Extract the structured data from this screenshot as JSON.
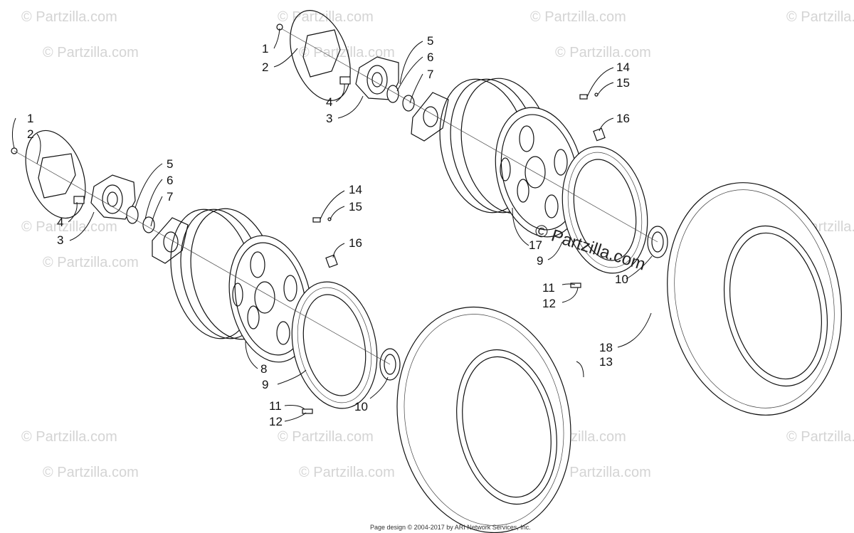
{
  "watermark_text": "© Partzilla.com",
  "center_watermark": "© Partzilla.com",
  "footer": "Page design © 2004-2017 by ARI Network Services, Inc.",
  "callouts": {
    "r1": "1",
    "r2": "2",
    "r3": "3",
    "r4": "4",
    "r5": "5",
    "r6": "6",
    "r7": "7",
    "r14": "14",
    "r15": "15",
    "r16": "16",
    "r17": "17",
    "r9": "9",
    "r10": "10",
    "r11": "11",
    "r12": "12",
    "r18": "18",
    "l1": "1",
    "l2": "2",
    "l3": "3",
    "l4": "4",
    "l5": "5",
    "l6": "6",
    "l7": "7",
    "l14": "14",
    "l15": "15",
    "l16": "16",
    "l8": "8",
    "l9": "9",
    "l10": "10",
    "l11": "11",
    "l12": "12",
    "l13": "13"
  }
}
